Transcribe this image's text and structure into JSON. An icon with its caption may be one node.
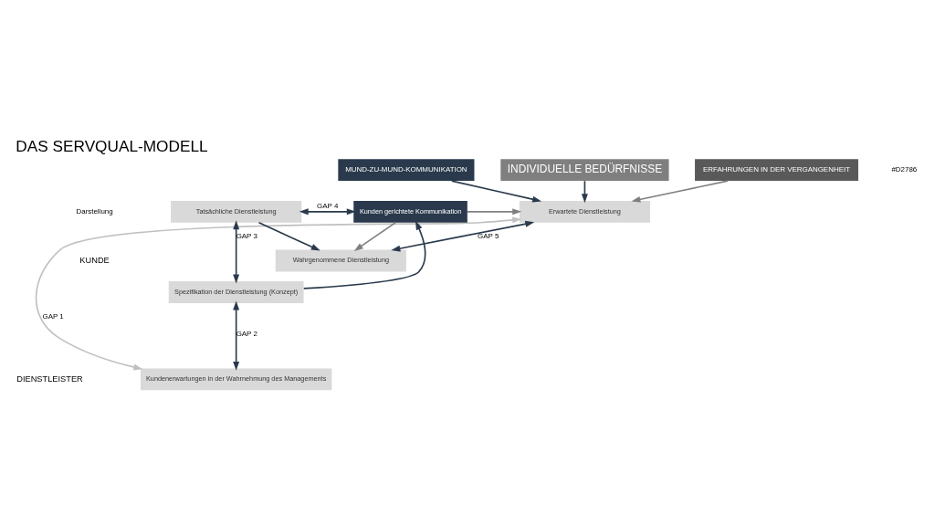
{
  "diagram": {
    "title": "DAS SERVQUAL-MODELL",
    "nodes": [
      {
        "text": [
          "MUND-ZU-MUND-KOMMUNIKATION"
        ]
      },
      {
        "text": [
          "INDIVIDUELLE BEDÜRFNISSE"
        ]
      },
      {
        "text": [
          "ERFAHRUNGEN IN DER VERGANGENHEIT"
        ]
      },
      {
        "text": [
          "Erwartete Dienstleistung"
        ]
      },
      {
        "text": [
          "Wahrgenommene Dienstleistung"
        ]
      },
      {
        "text": [
          "Tatsächliche Dienstleistung"
        ]
      },
      {
        "text": [
          "Kunden gerichtete Kommunikation"
        ]
      },
      {
        "text": [
          "Spezifikation der Dienstleistung (Konzept)"
        ]
      },
      {
        "text": [
          "Kundenerwartungen in der Wahrnehmung des Managements"
        ]
      }
    ],
    "edges": [
      {
        "from": 0,
        "to": 3,
        "arrow": "to"
      },
      {
        "from": 1,
        "to": 3,
        "arrow": "to"
      },
      {
        "from": 2,
        "to": 3,
        "arrow": "to",
        "color": "#7f7f7f"
      },
      {
        "from": 6,
        "to": 3,
        "arrow": "to",
        "color": "#7f7f7f"
      },
      {
        "from": 6,
        "to": 4,
        "arrow": "to",
        "color": "#7f7f7f"
      },
      {
        "from": 3,
        "to": 4,
        "arrow": "both",
        "label": "GAP 5"
      },
      {
        "from": 5,
        "to": 4,
        "arrow": "to"
      },
      {
        "from": 5,
        "to": 6,
        "arrow": "both",
        "label": "GAP 4"
      },
      {
        "from": 5,
        "to": 7,
        "arrow": "both",
        "label": "GAP 3"
      },
      {
        "from": 7,
        "to": 8,
        "arrow": "both",
        "label": "GAP 2"
      },
      {
        "from": 7,
        "to": 6,
        "arrow": "to"
      },
      {
        "from": 3,
        "to": 8,
        "arrow": "both",
        "label": "GAP 1",
        "color": "#c0c0c0"
      }
    ],
    "labels": [
      "#D2786",
      "Darstellung",
      "KUNDE",
      "DIENSTLEISTER"
    ]
  }
}
